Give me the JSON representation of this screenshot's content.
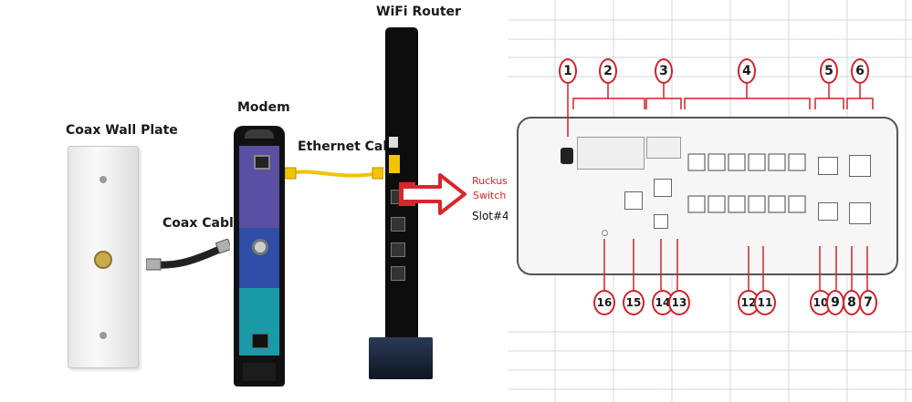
{
  "left_diagram": {
    "labels": {
      "coax_wall_plate": "Coax Wall Plate",
      "coax_cable": "Coax Cable",
      "modem": "Modem",
      "ethernet_cable": "Ethernet Cable",
      "wifi_router": "WiFi Router",
      "ruckus_switch_line1": "Ruckus",
      "ruckus_switch_line2": "Switch",
      "slot": "Slot#4"
    },
    "colors": {
      "arrow": "#d9262c",
      "ruckus_text": "#d9262c",
      "modem_purple": "#5b4fa3",
      "modem_blue": "#2e4ea8",
      "modem_teal": "#1a9aa6",
      "cable_yellow": "#f2c400"
    }
  },
  "switch_diagram": {
    "callouts_top": [
      "1",
      "2",
      "3",
      "4",
      "5",
      "6"
    ],
    "callouts_bottom": [
      "16",
      "15",
      "14",
      "13",
      "12",
      "11",
      "10",
      "9",
      "8",
      "7"
    ],
    "colors": {
      "callout": "#d32027",
      "panel": "#f6f6f6"
    }
  }
}
